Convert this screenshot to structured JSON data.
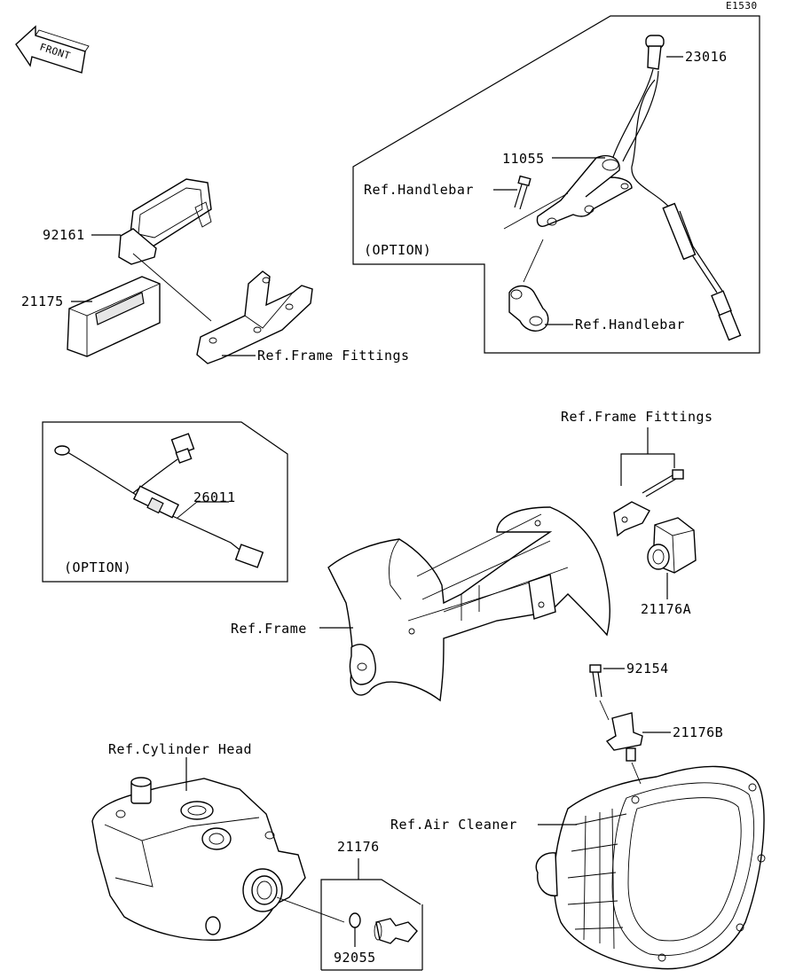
{
  "diagram_code": "E1530",
  "front_label": "FRONT",
  "labels": {
    "p23016": "23016",
    "p11055": "11055",
    "ref_handlebar_top": "Ref.Handlebar",
    "option_top": "(OPTION)",
    "ref_handlebar_bottom": "Ref.Handlebar",
    "p92161": "92161",
    "p21175": "21175",
    "ref_frame_fittings_left": "Ref.Frame Fittings",
    "ref_frame_fittings_right": "Ref.Frame Fittings",
    "p26011": "26011",
    "option_left": "(OPTION)",
    "ref_frame": "Ref.Frame",
    "p21176A": "21176A",
    "p92154": "92154",
    "p21176B": "21176B",
    "ref_cylinder_head": "Ref.Cylinder Head",
    "ref_air_cleaner": "Ref.Air Cleaner",
    "p21176": "21176",
    "p92055": "92055"
  }
}
